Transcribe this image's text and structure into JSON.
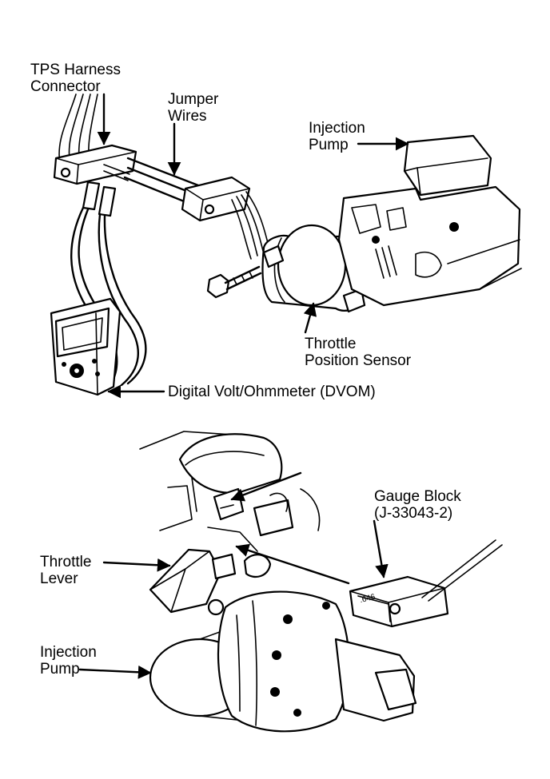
{
  "labels": {
    "tps_harness_connector": [
      "TPS Harness",
      "Connector"
    ],
    "jumper_wires": [
      "Jumper",
      "Wires"
    ],
    "injection_pump_top": [
      "Injection",
      "Pump"
    ],
    "throttle_position_sensor": [
      "Throttle",
      "Position Sensor"
    ],
    "dvom": "Digital Volt/Ohmmeter (DVOM)",
    "gauge_block": [
      "Gauge Block",
      "(J-33043-2)"
    ],
    "throttle_lever": [
      "Throttle",
      "Lever"
    ],
    "injection_pump_bottom": [
      "Injection",
      "Pump"
    ],
    "gauge_reading": ".646"
  }
}
